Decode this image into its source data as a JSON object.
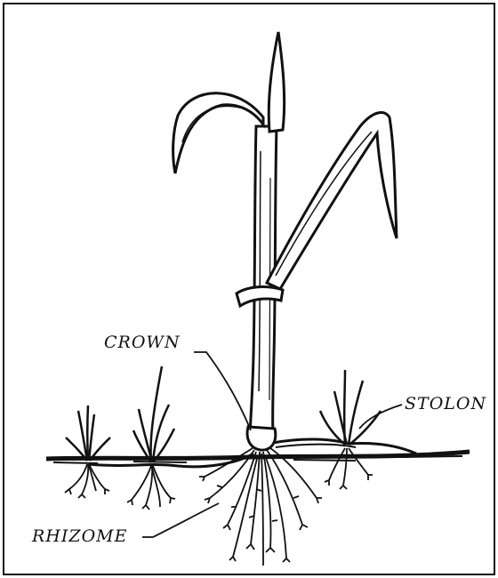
{
  "diagram": {
    "labels": {
      "crown": "CROWN",
      "stolon": "STOLON",
      "rhizome": "RHIZOME"
    },
    "colors": {
      "ink": "#111111",
      "background": "#ffffff"
    }
  }
}
